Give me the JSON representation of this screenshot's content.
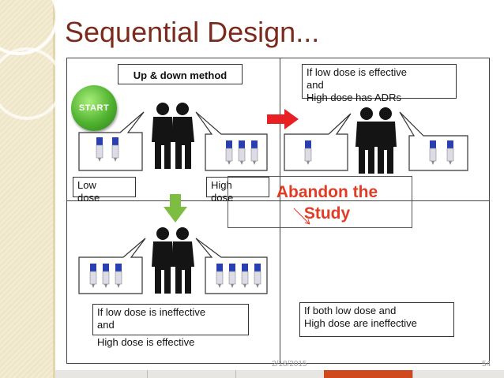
{
  "slide": {
    "title": "Sequential Design...",
    "date": "2/18/2015",
    "page_number": "54"
  },
  "boxes": {
    "method_label": "Up & down method",
    "low_dose_label": "Low\ndose",
    "high_dose_label": "High\ndose",
    "top_right_note": "If low dose is effective\nand\nHigh dose has ADRs",
    "bottom_left_note_boxed": "If low dose is ineffective\nand",
    "bottom_left_note_overflow": "High dose is effective",
    "bottom_right_note": "If both low dose and\nHigh dose are ineffective"
  },
  "callout": {
    "text": "Abandon the\nStudy"
  },
  "start_button": {
    "label": "START"
  },
  "colors": {
    "title": "#7a2b1d",
    "callout_text": "#e23c25",
    "right_arrow": "#e81f23",
    "down_arrow": "#7dbd42",
    "start_button": "#4fb22f",
    "footer_accent": "#d0481d"
  },
  "icons": [
    "start-button-icon",
    "people-pair-icon",
    "vial-icon",
    "right-arrow-icon",
    "down-arrow-icon"
  ]
}
